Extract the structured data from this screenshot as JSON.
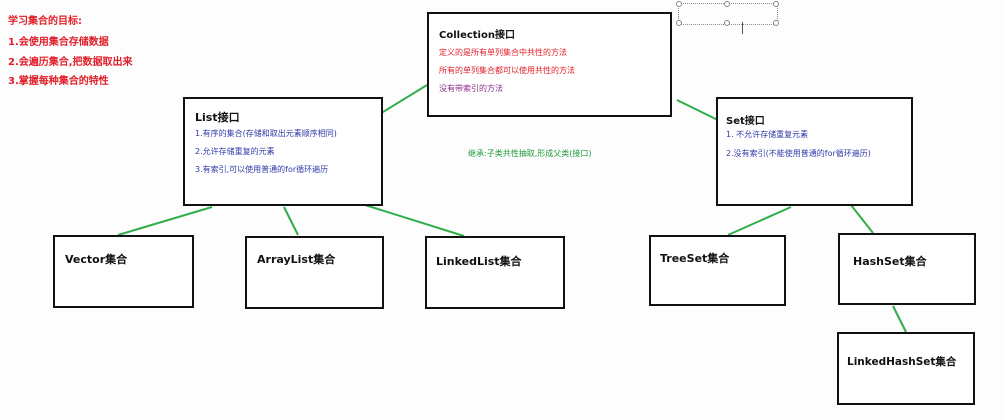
{
  "goals": {
    "title": "学习集合的目标:",
    "items": [
      "1.会使用集合存储数据",
      "2.会遍历集合,把数据取出来",
      "3.掌握每种集合的特性"
    ]
  },
  "collection": {
    "title": "Collection接口",
    "lines": [
      "定义的是所有单列集合中共性的方法",
      "所有的单列集合都可以使用共性的方法",
      "没有带索引的方法"
    ]
  },
  "list": {
    "title": "List接口",
    "lines": [
      "1.有序的集合(存储和取出元素顺序相同)",
      "2.允许存储重复的元素",
      "3.有索引,可以使用普通的for循环遍历"
    ]
  },
  "set": {
    "title": "Set接口",
    "lines": [
      "1. 不允许存储重复元素",
      "2.没有索引(不能使用普通的for循环遍历)"
    ]
  },
  "inheritance_note": "继承:子类共性抽取,形成父类(接口)",
  "impl": {
    "vector": "Vector集合",
    "arraylist": "ArrayList集合",
    "linkedlist": "LinkedList集合",
    "treeset": "TreeSet集合",
    "hashset": "HashSet集合",
    "linkedhashset": "LinkedHashSet集合"
  },
  "colors": {
    "red_text": "#e0202a",
    "blue_text": "#2f3aa8",
    "green_text": "#1e9a3a",
    "connector": "#2fae4a",
    "box_border": "#111111"
  }
}
